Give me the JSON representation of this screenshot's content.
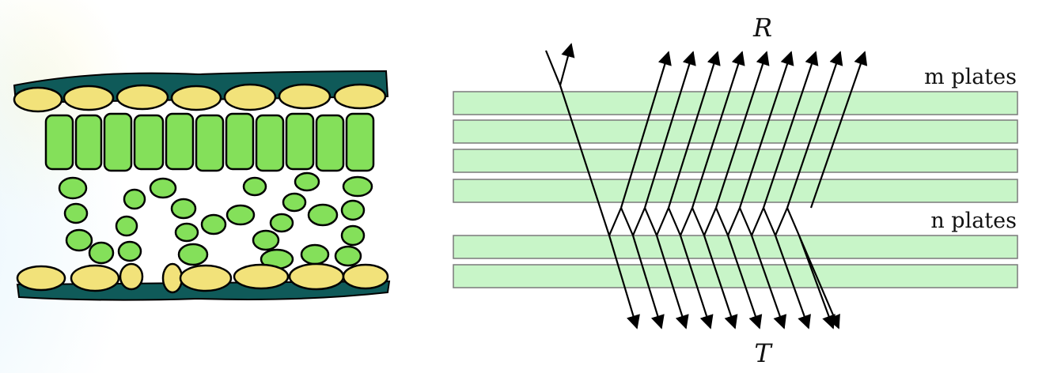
{
  "leaf_figure": {
    "colors": {
      "cuticle": "#0f5a59",
      "epidermis": "#f2e27a",
      "mesophyll": "#84e05a",
      "outline": "#000000"
    }
  },
  "plates_figure": {
    "top_label": "R",
    "bottom_label": "T",
    "upper_group_label": "m plates",
    "lower_group_label": "n plates",
    "colors": {
      "plate_fill": "#c8f5c8",
      "plate_stroke": "#7a7a7a",
      "ray": "#000000"
    }
  }
}
